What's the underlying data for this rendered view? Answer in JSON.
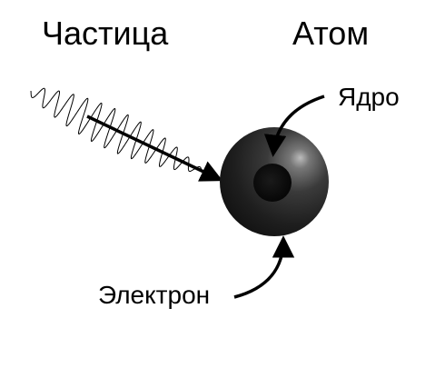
{
  "labels": {
    "particle": "Частица",
    "atom": "Атом",
    "nucleus": "Ядро",
    "electron": "Электрон"
  },
  "colors": {
    "ink": "#000000",
    "atom_body": "#2a2a2a",
    "nucleus": "#0a0a0a"
  }
}
